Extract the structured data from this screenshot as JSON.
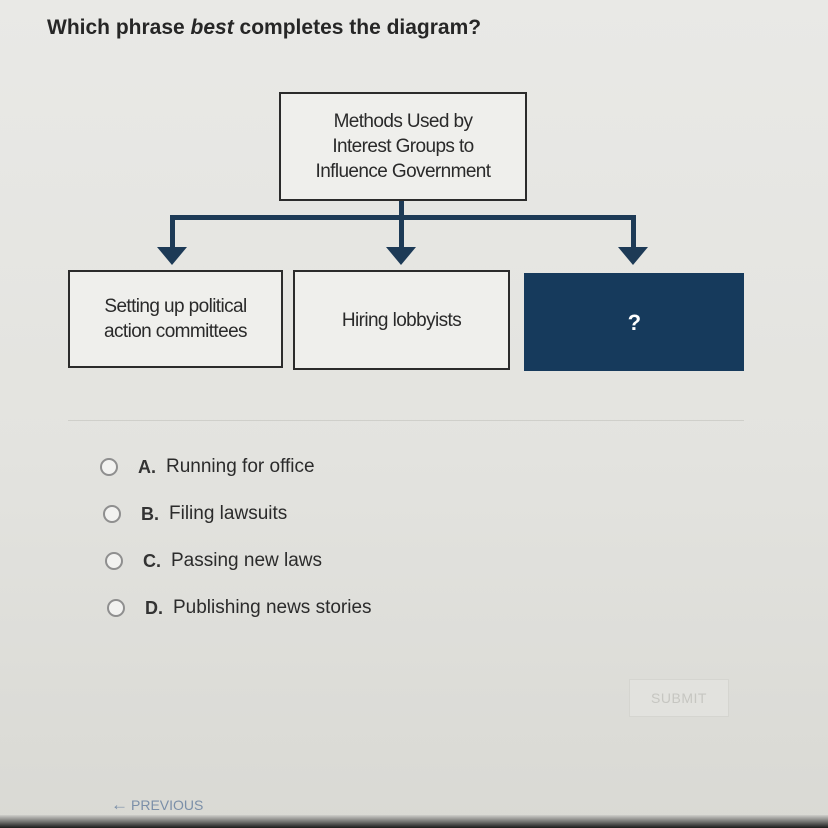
{
  "question": {
    "prefix": "Which phrase ",
    "emphasis": "best",
    "suffix": " completes the diagram?"
  },
  "diagram": {
    "top_box": "Methods Used by Interest Groups to Influence Government",
    "boxes": [
      "Setting up political action committees",
      "Hiring lobbyists",
      "?"
    ],
    "colors": {
      "connector": "#1d3a56",
      "unknown_box": "#163a5c"
    }
  },
  "options": [
    {
      "letter": "A.",
      "text": "Running for office"
    },
    {
      "letter": "B.",
      "text": "Filing lawsuits"
    },
    {
      "letter": "C.",
      "text": "Passing new laws"
    },
    {
      "letter": "D.",
      "text": "Publishing news stories"
    }
  ],
  "footer": {
    "submit_label": "SUBMIT",
    "previous_label": "PREVIOUS",
    "previous_icon": "arrow-left-icon"
  }
}
